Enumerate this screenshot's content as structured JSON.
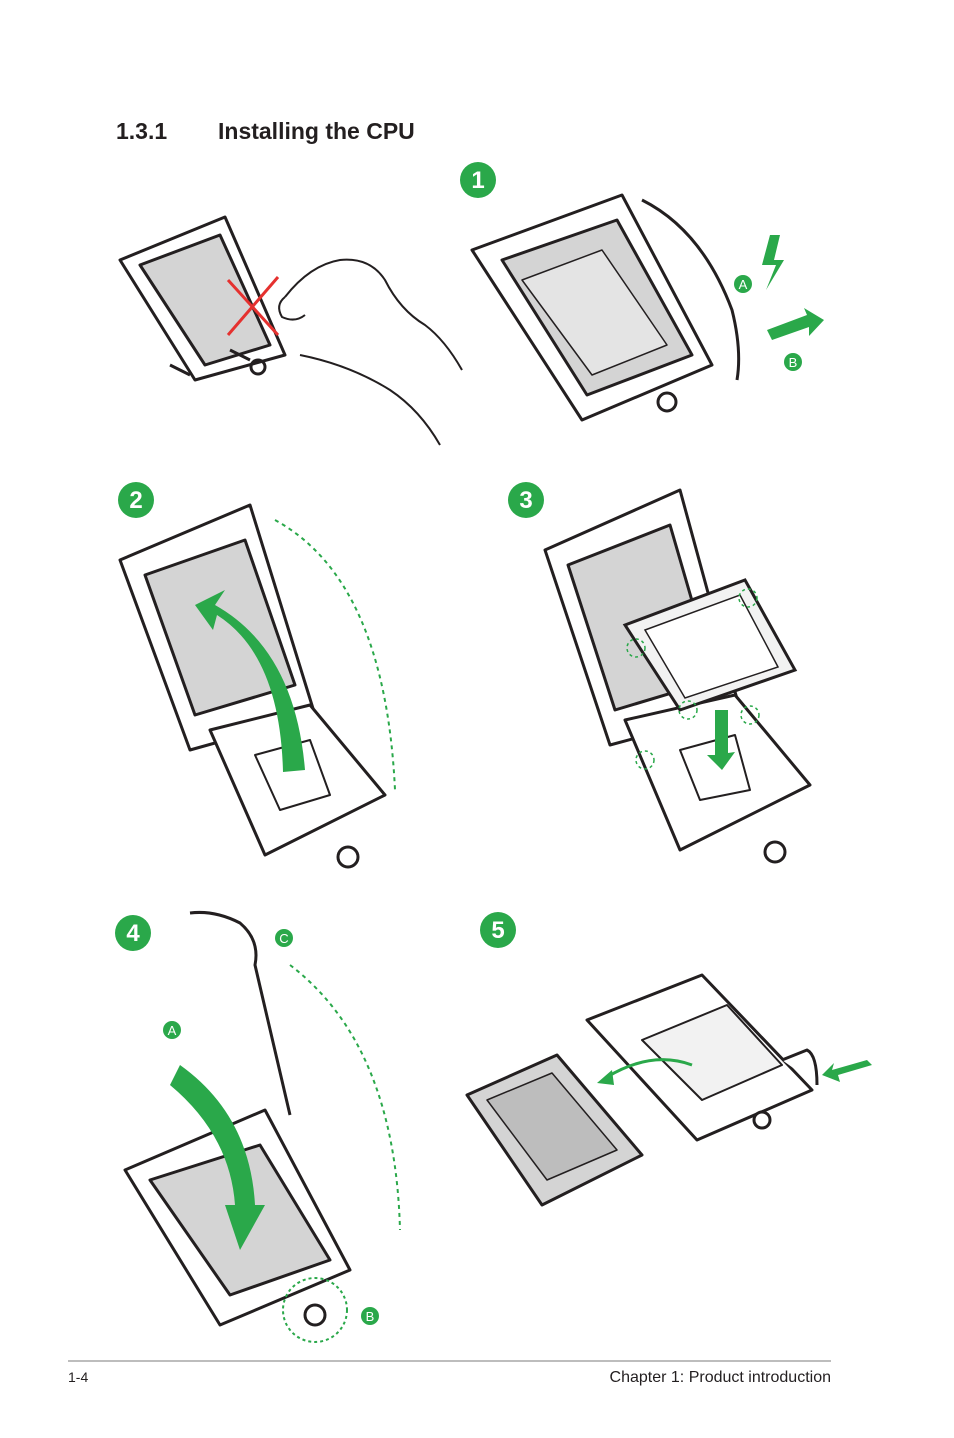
{
  "section": {
    "number": "1.3.1",
    "title": "Installing the CPU"
  },
  "steps": [
    {
      "label": "1",
      "callouts": [
        "A",
        "B"
      ]
    },
    {
      "label": "2",
      "callouts": []
    },
    {
      "label": "3",
      "callouts": []
    },
    {
      "label": "4",
      "callouts": [
        "A",
        "B",
        "C"
      ]
    },
    {
      "label": "5",
      "callouts": []
    }
  ],
  "footer": {
    "page_number": "1-4",
    "chapter": "Chapter 1: Product introduction"
  },
  "colors": {
    "accent_green": "#2aa84a",
    "warning_red": "#e5312f",
    "line": "#231f20",
    "cpu_gray": "#d4d4d4"
  }
}
